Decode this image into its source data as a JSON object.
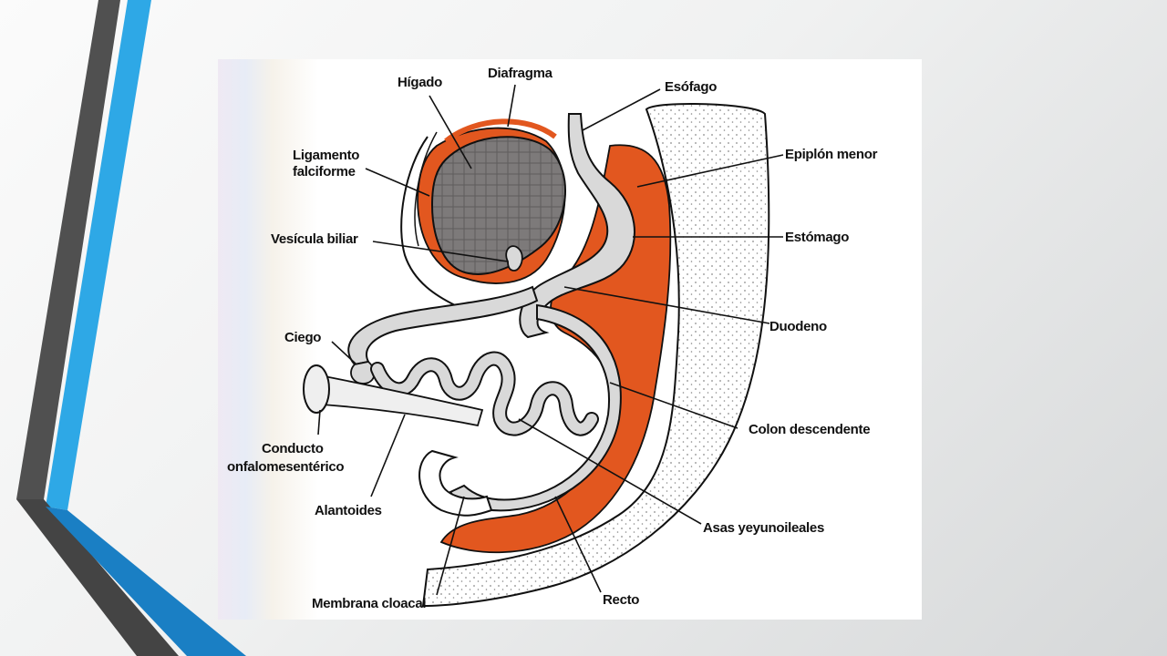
{
  "slide": {
    "accent_colors": {
      "dark": "#4f4f4f",
      "blue": "#2ea8e6",
      "deep_blue": "#1a7fc4"
    }
  },
  "figure": {
    "colors": {
      "mesentery": "#e2571f",
      "liver": "#7d7a7a",
      "gut": "#d9d9d9",
      "stipple": "#8a8a8a"
    },
    "labels": {
      "higado": "Hígado",
      "diafragma": "Diafragma",
      "esofago": "Esófago",
      "ligamento_line1": "Ligamento",
      "ligamento_line2": "falciforme",
      "epiplon": "Epiplón menor",
      "vesicula": "Vesícula biliar",
      "estomago": "Estómago",
      "ciego": "Ciego",
      "duodeno": "Duodeno",
      "colon": "Colon descendente",
      "conducto_line1": "Conducto",
      "conducto_line2": "onfalomesentérico",
      "alantoides": "Alantoides",
      "asas": "Asas yeyunoileales",
      "membrana": "Membrana cloacal",
      "recto": "Recto"
    }
  }
}
